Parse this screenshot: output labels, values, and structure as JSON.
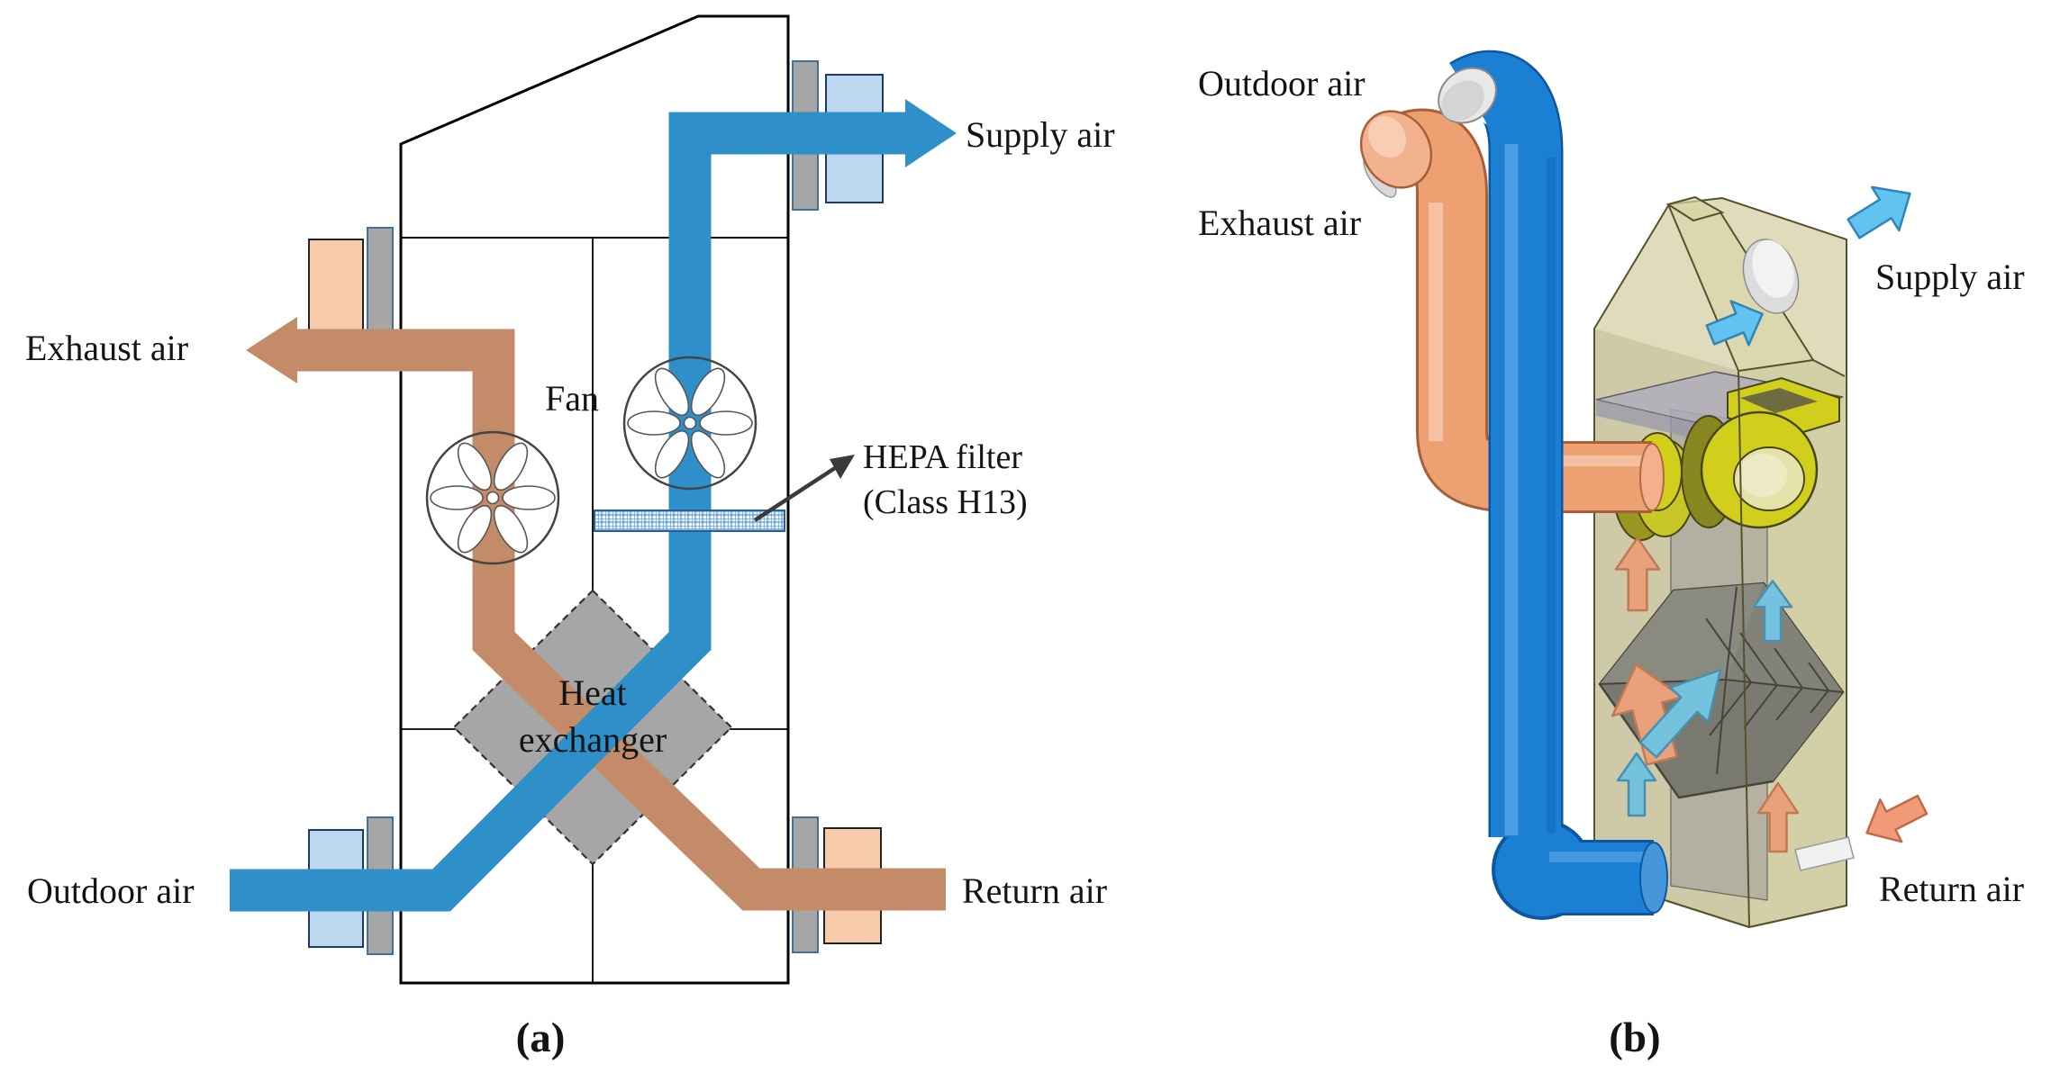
{
  "figure": {
    "panel_a": {
      "caption": "(a)",
      "labels": {
        "supply_air": "Supply air",
        "exhaust_air": "Exhaust air",
        "outdoor_air": "Outdoor air",
        "return_air": "Return air",
        "fan": "Fan",
        "hepa_line1": "HEPA filter",
        "hepa_line2": "(Class H13)",
        "heat_line1": "Heat",
        "heat_line2": "exchanger"
      }
    },
    "panel_b": {
      "caption": "(b)",
      "labels": {
        "outdoor_air": "Outdoor air",
        "exhaust_air": "Exhaust air",
        "supply_air": "Supply air",
        "return_air": "Return air"
      }
    },
    "colors": {
      "supply_blue": "#2e8fc9",
      "return_tan": "#c48b68",
      "port_blue": "#bdd7ee",
      "port_peach": "#f8cbad",
      "port_gray": "#a6a6a6",
      "hx_gray": "#a6a6a6",
      "hepa_text_blue": "#1778be",
      "pipe_blue_3d": "#1b7fd4",
      "pipe_orange_3d": "#eda071",
      "unit_khaki": "#c9c48d",
      "fan_yellow": "#d4d203",
      "arrow_blue": "#62c2f0",
      "arrow_orange": "#f09a78"
    }
  }
}
